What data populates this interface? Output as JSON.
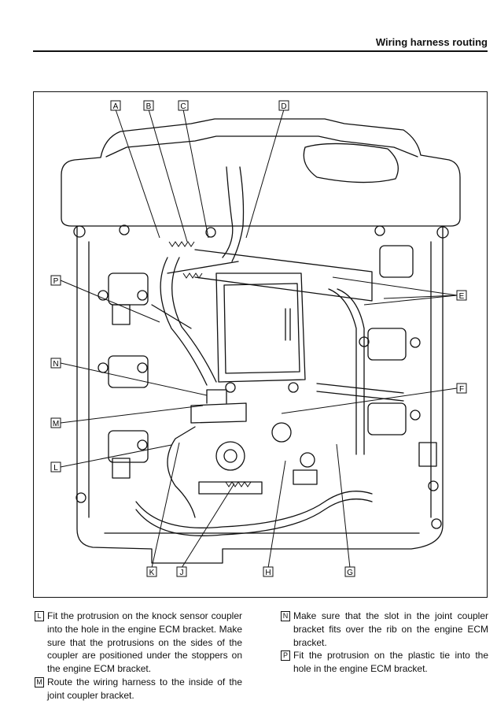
{
  "header": {
    "title": "Wiring harness routing"
  },
  "figure": {
    "callouts": [
      {
        "id": "A",
        "label": "A"
      },
      {
        "id": "B",
        "label": "B"
      },
      {
        "id": "C",
        "label": "C"
      },
      {
        "id": "D",
        "label": "D"
      },
      {
        "id": "E",
        "label": "E"
      },
      {
        "id": "F",
        "label": "F"
      },
      {
        "id": "G",
        "label": "G"
      },
      {
        "id": "H",
        "label": "H"
      },
      {
        "id": "J",
        "label": "J"
      },
      {
        "id": "K",
        "label": "K"
      },
      {
        "id": "L",
        "label": "L"
      },
      {
        "id": "M",
        "label": "M"
      },
      {
        "id": "N",
        "label": "N"
      },
      {
        "id": "P",
        "label": "P"
      }
    ]
  },
  "notes": {
    "left": [
      {
        "key": "L",
        "text": "Fit the protrusion on the knock sensor coupler into the hole in the engine ECM bracket. Make sure that the protrusions on the sides of the coupler are positioned under the stoppers on the engine ECM bracket."
      },
      {
        "key": "M",
        "text": "Route the wiring harness to the inside of the joint coupler bracket."
      }
    ],
    "right": [
      {
        "key": "N",
        "text": "Make sure that the slot in the joint coupler bracket fits over the rib on the engine ECM bracket."
      },
      {
        "key": "P",
        "text": "Fit the protrusion on the plastic tie into the hole in the engine ECM bracket."
      }
    ]
  }
}
